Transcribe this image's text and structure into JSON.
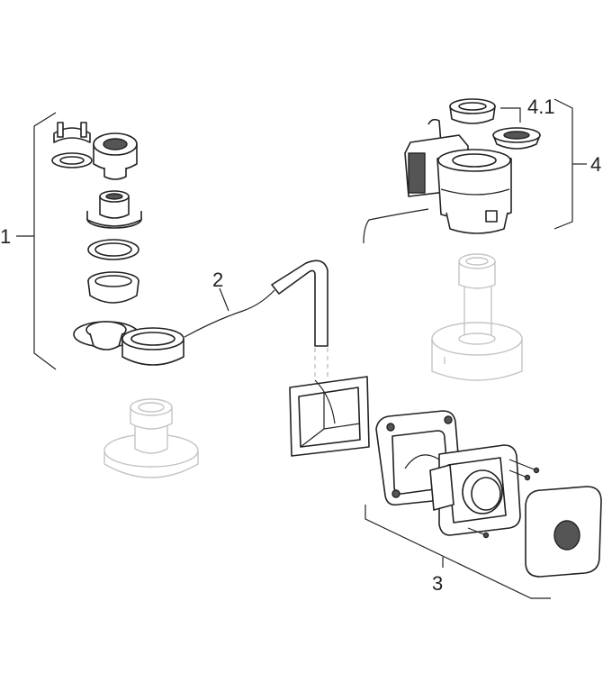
{
  "callouts": {
    "c1": "1",
    "c2": "2",
    "c3": "3",
    "c4": "4",
    "c41": "4.1"
  },
  "colors": {
    "line": "#222222",
    "ghost": "#c4c4c4",
    "dark_fill": "#555555"
  }
}
